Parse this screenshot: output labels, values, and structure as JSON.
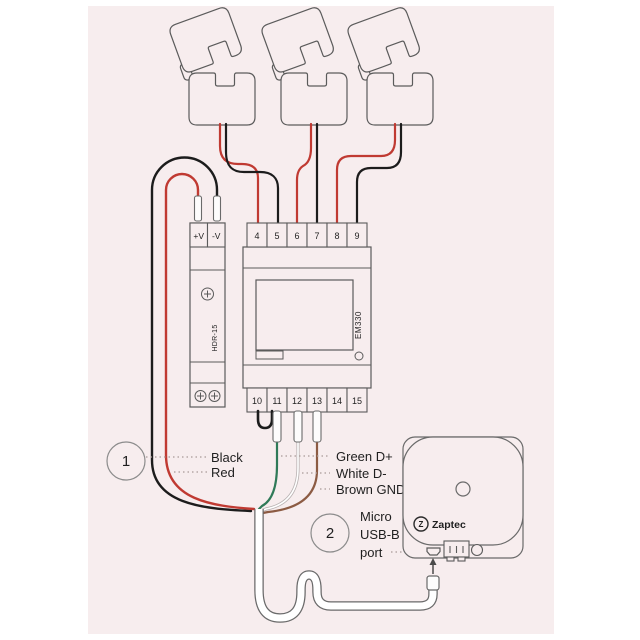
{
  "colors": {
    "panel_background": "#f7edee",
    "outline_gray": "#5b5b5b",
    "wire_red": "#c03a32",
    "wire_black": "#1c1c1c",
    "wire_green": "#2f7a58",
    "wire_brown": "#8c5b43",
    "wire_white": "#ffffff",
    "leader_dotted": "#a89a98",
    "text": "#1f1f1f"
  },
  "meter": {
    "model": "EM330",
    "top_terminals": [
      "4",
      "5",
      "6",
      "7",
      "8",
      "9"
    ],
    "bottom_terminals": [
      "10",
      "11",
      "12",
      "13",
      "14",
      "15"
    ]
  },
  "power_supply": {
    "model": "HDR-15",
    "terminal_plus": "+V",
    "terminal_minus": "-V"
  },
  "labels": {
    "black": "Black",
    "red": "Red",
    "green": "Green D+",
    "white": "White D-",
    "brown": "Brown GND"
  },
  "callouts": {
    "one": {
      "number": "1"
    },
    "two": {
      "number": "2",
      "lines": [
        "Micro",
        "USB-B",
        "port"
      ]
    }
  },
  "charger": {
    "brand": "Zaptec",
    "logo_letter": "Z"
  }
}
